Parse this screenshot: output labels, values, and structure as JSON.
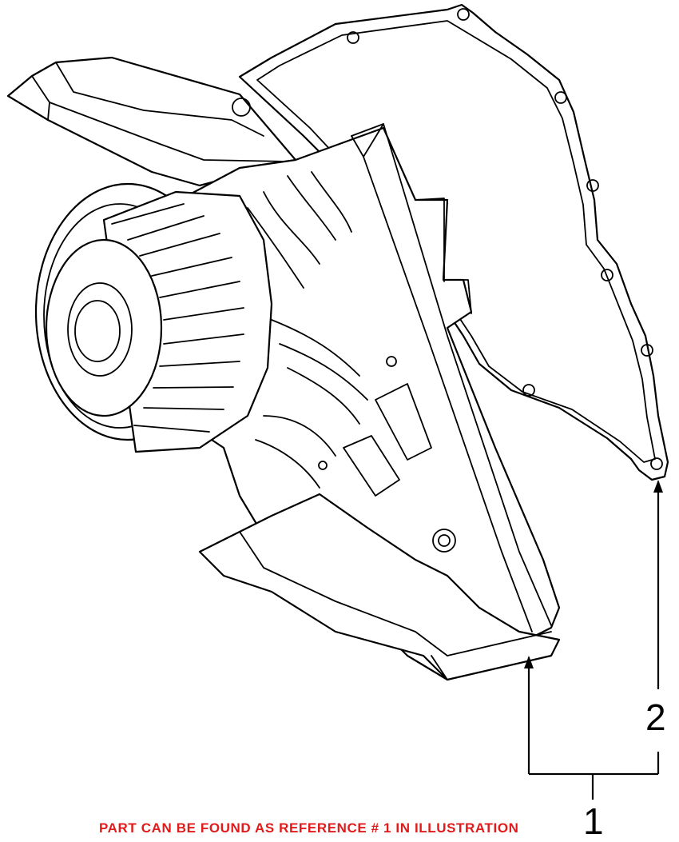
{
  "callouts": {
    "ref_1": "1",
    "ref_2": "2"
  },
  "caption": {
    "text": "PART CAN BE FOUND AS REFERENCE # 1 IN ILLUSTRATION",
    "color": "#e01b1b"
  }
}
